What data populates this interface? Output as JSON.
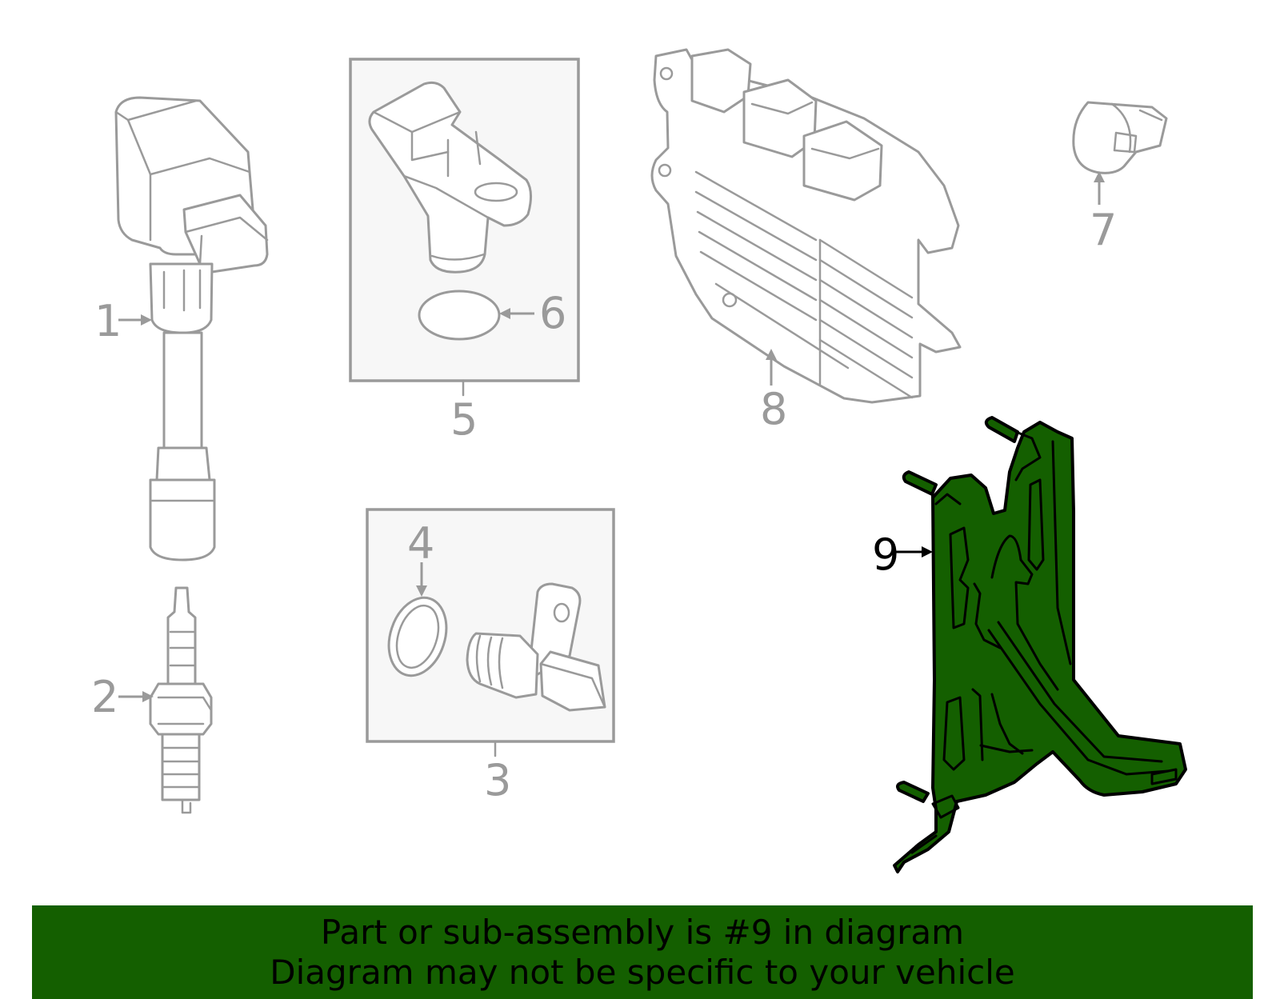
{
  "callouts": [
    {
      "id": "1",
      "label": "1"
    },
    {
      "id": "2",
      "label": "2"
    },
    {
      "id": "3",
      "label": "3"
    },
    {
      "id": "4",
      "label": "4"
    },
    {
      "id": "5",
      "label": "5"
    },
    {
      "id": "6",
      "label": "6"
    },
    {
      "id": "7",
      "label": "7"
    },
    {
      "id": "8",
      "label": "8"
    },
    {
      "id": "9",
      "label": "9"
    }
  ],
  "highlighted_part": "9",
  "colors": {
    "highlight": "#145f00",
    "lines": "#9a9a9a",
    "active_label": "#000000"
  },
  "banner": {
    "line1": "Part or sub-assembly is #9 in diagram",
    "line2": "Diagram may not be specific to your vehicle"
  }
}
